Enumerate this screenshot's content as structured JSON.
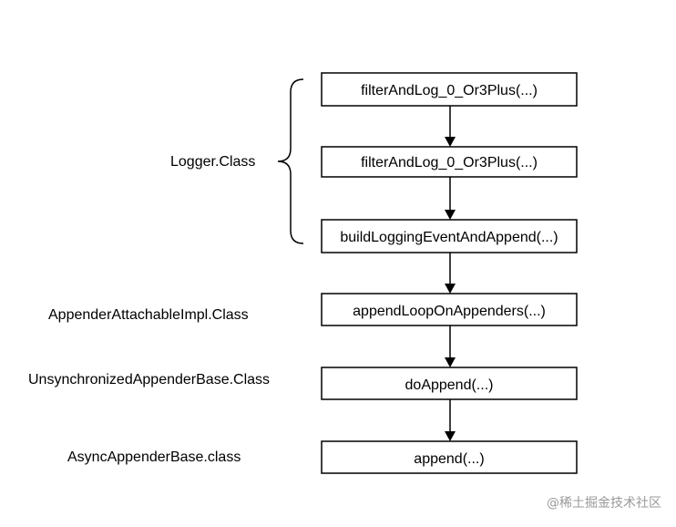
{
  "nodes": [
    {
      "id": "n1",
      "label": "filterAndLog_0_Or3Plus(...)"
    },
    {
      "id": "n2",
      "label": "filterAndLog_0_Or3Plus(...)"
    },
    {
      "id": "n3",
      "label": "buildLoggingEventAndAppend(...)"
    },
    {
      "id": "n4",
      "label": "appendLoopOnAppenders(...)"
    },
    {
      "id": "n5",
      "label": "doAppend(...)"
    },
    {
      "id": "n6",
      "label": "append(...)"
    }
  ],
  "class_labels": {
    "logger": "Logger.Class",
    "appender_attachable": "AppenderAttachableImpl.Class",
    "unsynchronized_appender": "UnsynchronizedAppenderBase.Class",
    "async_appender": "AsyncAppenderBase.class"
  },
  "edges": [
    {
      "from": "n1",
      "to": "n2"
    },
    {
      "from": "n2",
      "to": "n3"
    },
    {
      "from": "n3",
      "to": "n4"
    },
    {
      "from": "n4",
      "to": "n5"
    },
    {
      "from": "n5",
      "to": "n6"
    }
  ],
  "watermark": "@稀土掘金技术社区"
}
